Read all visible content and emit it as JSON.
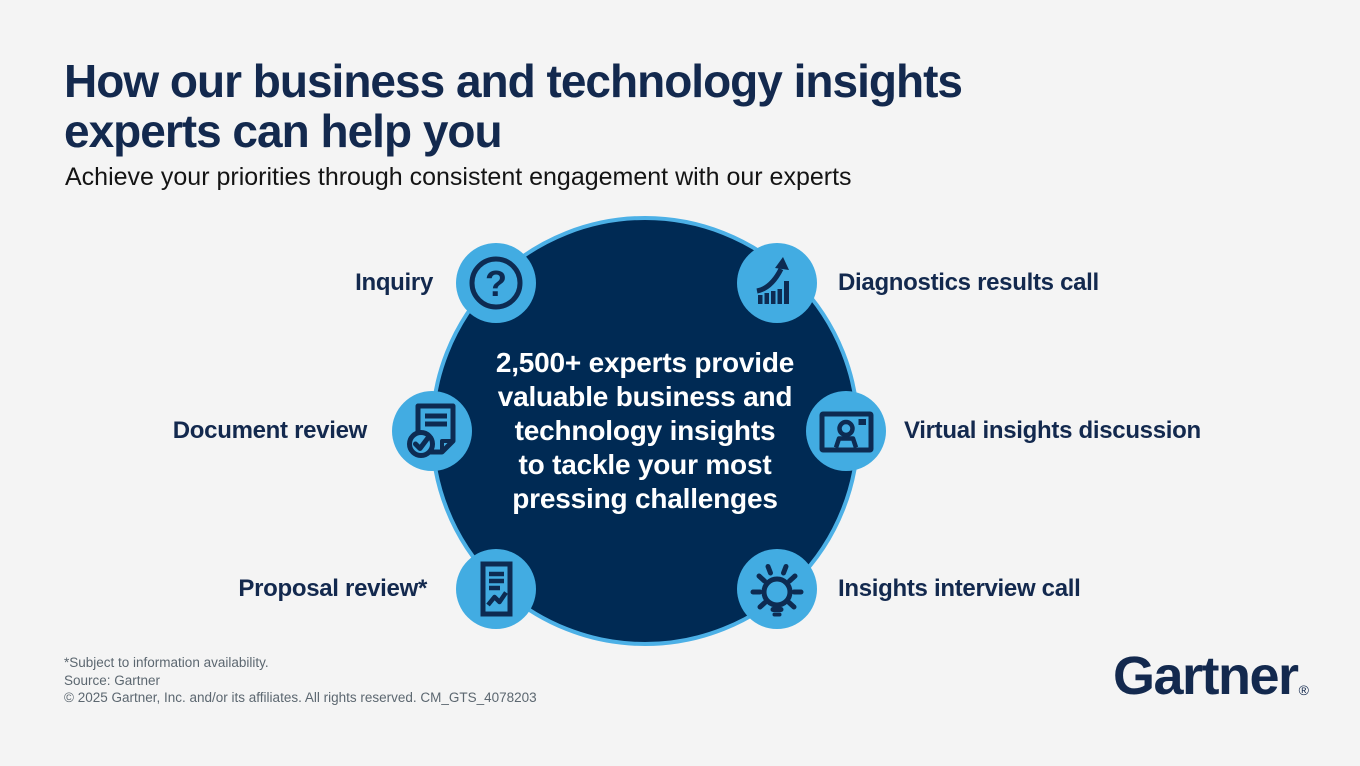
{
  "header": {
    "title_line1": "How our business and technology insights",
    "title_line2": "experts can help you",
    "subtitle": "Achieve your priorities through consistent engagement with our experts"
  },
  "diagram": {
    "center_lines": [
      "2,500+ experts provide",
      "valuable business and",
      "technology insights",
      "to tackle your most",
      "pressing challenges"
    ],
    "items": [
      {
        "label": "Inquiry",
        "icon": "question-icon",
        "position": "top-left"
      },
      {
        "label": "Diagnostics results call",
        "icon": "growth-chart-arrow-icon",
        "position": "top-right"
      },
      {
        "label": "Document review",
        "icon": "document-check-icon",
        "position": "middle-left"
      },
      {
        "label": "Virtual insights discussion",
        "icon": "video-call-icon",
        "position": "middle-right"
      },
      {
        "label": "Proposal review*",
        "icon": "proposal-document-icon",
        "position": "bottom-left"
      },
      {
        "label": "Insights interview call",
        "icon": "lightbulb-icon",
        "position": "bottom-right"
      }
    ]
  },
  "footer": {
    "note": "*Subject to information availability.",
    "source": "Source: Gartner",
    "copyright": "© 2025 Gartner, Inc. and/or its affiliates. All rights reserved. CM_GTS_4078203",
    "logo_text": "Gartner",
    "logo_mark": "®"
  },
  "colors": {
    "text_navy": "#13294e",
    "circle_navy": "#002a54",
    "icon_navy": "#0d2b52",
    "light_blue": "#42ace2",
    "circle_ring_blue": "#4cb0e6",
    "background": "#f4f4f4",
    "footer_gray": "#5c6770",
    "center_text_white": "#ffffff"
  }
}
